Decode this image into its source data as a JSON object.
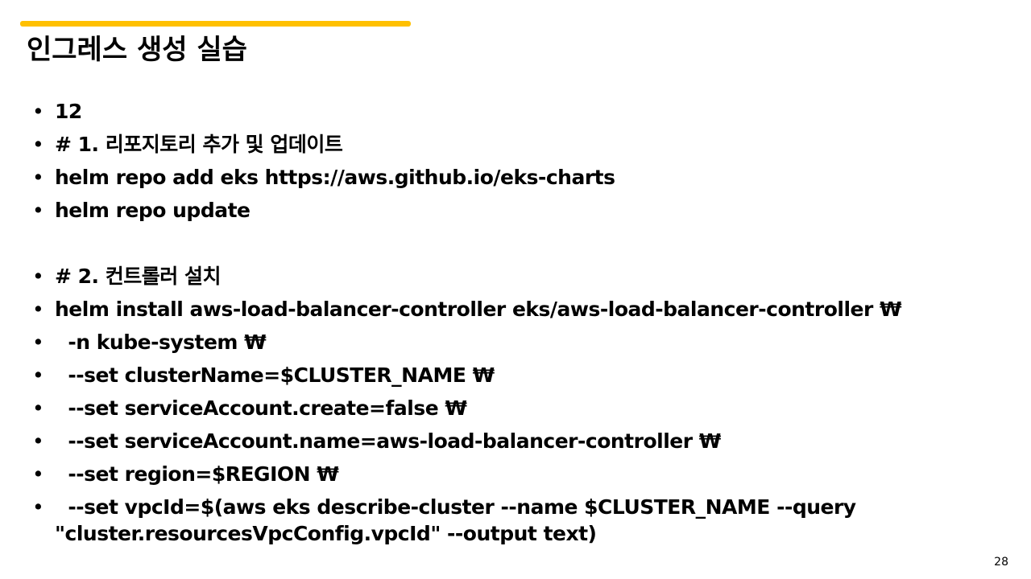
{
  "colors": {
    "accent": "#FFC000"
  },
  "slide": {
    "title": "인그레스 생성 실습",
    "page_number": "28",
    "bullet_symbol": "•",
    "items": [
      "12",
      "# 1. 리포지토리 추가 및 업데이트",
      "helm repo add eks https://aws.github.io/eks-charts",
      "helm repo update",
      "# 2. 컨트롤러 설치",
      "helm install aws-load-balancer-controller eks/aws-load-balancer-controller ₩",
      "  -n kube-system ₩",
      "  --set clusterName=$CLUSTER_NAME ₩",
      "  --set serviceAccount.create=false ₩",
      "  --set serviceAccount.name=aws-load-balancer-controller ₩",
      "  --set region=$REGION ₩",
      "  --set vpcId=$(aws eks describe-cluster --name $CLUSTER_NAME --query \"cluster.resourcesVpcConfig.vpcId\" --output text)"
    ]
  }
}
